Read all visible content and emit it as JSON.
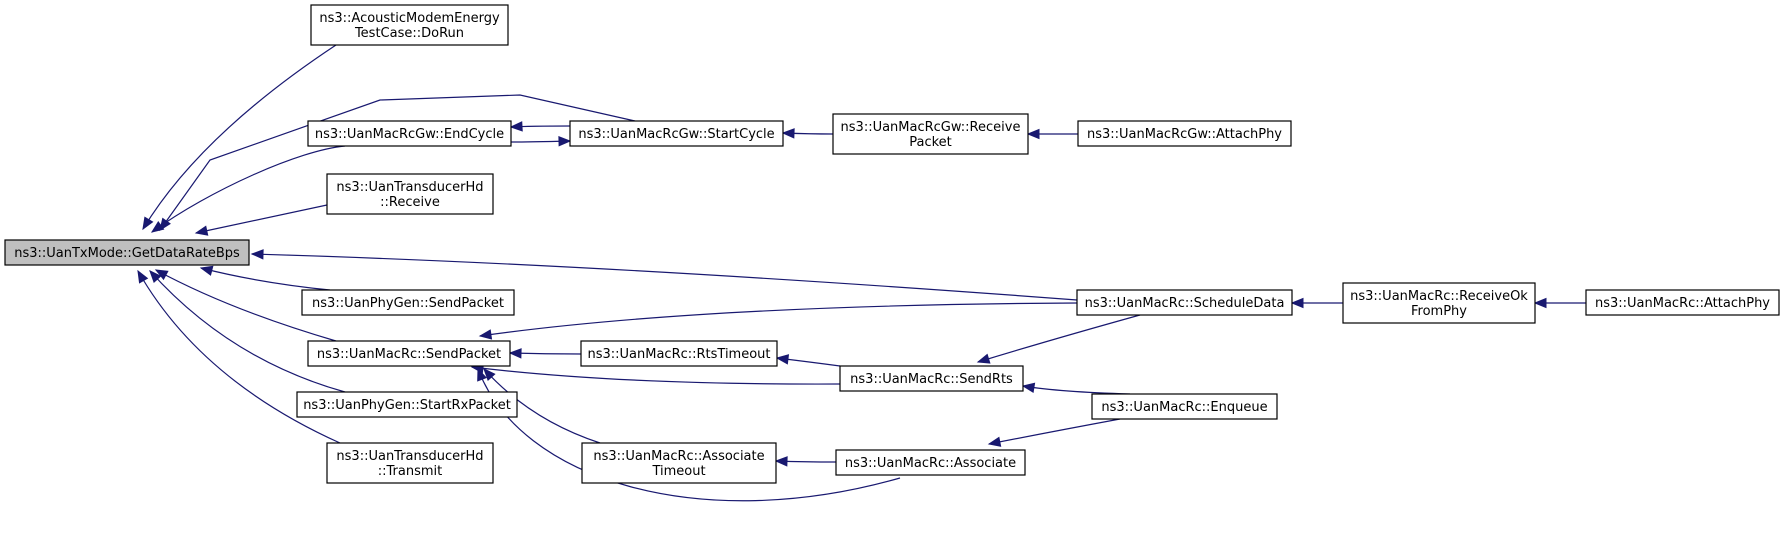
{
  "graph": {
    "edge_color": "#191970",
    "root_fill": "#bfbfbf",
    "nodes": {
      "root": {
        "lines": [
          "ns3::UanTxMode::GetDataRateBps"
        ],
        "root": true
      },
      "acoustic": {
        "lines": [
          "ns3::AcousticModemEnergy",
          "TestCase::DoRun"
        ]
      },
      "endcycle": {
        "lines": [
          "ns3::UanMacRcGw::EndCycle"
        ]
      },
      "startcycle": {
        "lines": [
          "ns3::UanMacRcGw::StartCycle"
        ]
      },
      "gwreceive": {
        "lines": [
          "ns3::UanMacRcGw::Receive",
          "Packet"
        ]
      },
      "gwattach": {
        "lines": [
          "ns3::UanMacRcGw::AttachPhy"
        ]
      },
      "tdreceive": {
        "lines": [
          "ns3::UanTransducerHd",
          "::Receive"
        ]
      },
      "phygensend": {
        "lines": [
          "ns3::UanPhyGen::SendPacket"
        ]
      },
      "sched": {
        "lines": [
          "ns3::UanMacRc::ScheduleData"
        ]
      },
      "recvok": {
        "lines": [
          "ns3::UanMacRc::ReceiveOk",
          "FromPhy"
        ]
      },
      "rcattach": {
        "lines": [
          "ns3::UanMacRc::AttachPhy"
        ]
      },
      "sendpacket": {
        "lines": [
          "ns3::UanMacRc::SendPacket"
        ]
      },
      "rtstimeout": {
        "lines": [
          "ns3::UanMacRc::RtsTimeout"
        ]
      },
      "sendrts": {
        "lines": [
          "ns3::UanMacRc::SendRts"
        ]
      },
      "enqueue": {
        "lines": [
          "ns3::UanMacRc::Enqueue"
        ]
      },
      "startrx": {
        "lines": [
          "ns3::UanPhyGen::StartRxPacket"
        ]
      },
      "asstimeout": {
        "lines": [
          "ns3::UanMacRc::Associate",
          "Timeout"
        ]
      },
      "associate": {
        "lines": [
          "ns3::UanMacRc::Associate"
        ]
      },
      "transmit": {
        "lines": [
          "ns3::UanTransducerHd",
          "::Transmit"
        ]
      }
    },
    "edges": [
      {
        "from": "acoustic",
        "to": "root"
      },
      {
        "from": "endcycle",
        "to": "root"
      },
      {
        "from": "startcycle",
        "to": "root"
      },
      {
        "from": "tdreceive",
        "to": "root"
      },
      {
        "from": "sched",
        "to": "root"
      },
      {
        "from": "phygensend",
        "to": "root"
      },
      {
        "from": "sendpacket",
        "to": "root"
      },
      {
        "from": "startrx",
        "to": "root"
      },
      {
        "from": "transmit",
        "to": "root"
      },
      {
        "from": "startcycle",
        "to": "endcycle"
      },
      {
        "from": "endcycle",
        "to": "startcycle"
      },
      {
        "from": "gwreceive",
        "to": "startcycle"
      },
      {
        "from": "gwattach",
        "to": "gwreceive"
      },
      {
        "from": "recvok",
        "to": "sched"
      },
      {
        "from": "rcattach",
        "to": "recvok"
      },
      {
        "from": "sched",
        "to": "sendpacket"
      },
      {
        "from": "rtstimeout",
        "to": "sendpacket"
      },
      {
        "from": "sendrts",
        "to": "sendpacket"
      },
      {
        "from": "asstimeout",
        "to": "sendpacket"
      },
      {
        "from": "associate",
        "to": "sendpacket"
      },
      {
        "from": "sendrts",
        "to": "rtstimeout"
      },
      {
        "from": "sched",
        "to": "sendrts"
      },
      {
        "from": "enqueue",
        "to": "sendrts"
      },
      {
        "from": "associate",
        "to": "asstimeout"
      },
      {
        "from": "enqueue",
        "to": "associate"
      }
    ]
  }
}
